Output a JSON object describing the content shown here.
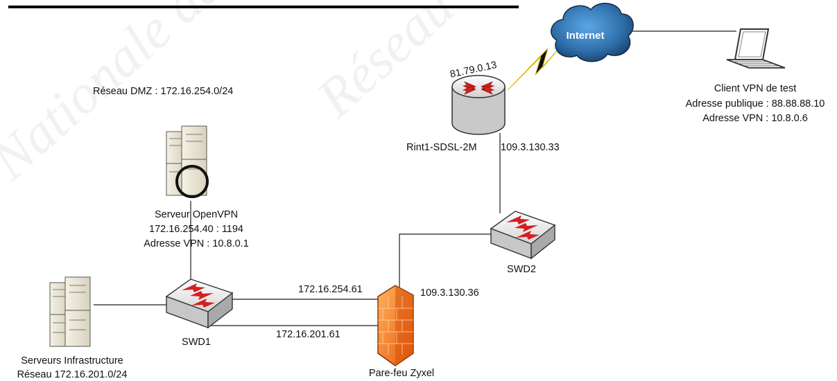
{
  "dmz_label": "Réseau DMZ : 172.16.254.0/24",
  "openvpn": {
    "name": "Serveur OpenVPN",
    "address": "172.16.254.40 : 1194",
    "vpn": "Adresse VPN : 10.8.0.1"
  },
  "infra": {
    "name": "Serveurs Infrastructure",
    "network": "Réseau 172.16.201.0/24"
  },
  "swd1": "SWD1",
  "swd2": "SWD2",
  "firewall": {
    "name": "Pare-feu Zyxel",
    "ip_dmz": "172.16.254.61",
    "ip_lan": "172.16.201.61",
    "ip_wan": "109.3.130.36"
  },
  "router": {
    "name": "Rint1-SDSL-2M",
    "ip_wan": "81.79.0.13",
    "ip_lan": "109.3.130.33"
  },
  "internet": "Internet",
  "client": {
    "name": "Client VPN de test",
    "public": "Adresse publique : 88.88.88.10",
    "vpn": "Adresse VPN : 10.8.0.6"
  },
  "watermark": [
    "Nationale des Sujets d'Examens",
    "Réseau C"
  ],
  "colors": {
    "firewall": "#f07a1e",
    "cloud": "#2f6faa",
    "switch_arrow": "#d32020",
    "link": "#1c1c1c"
  }
}
